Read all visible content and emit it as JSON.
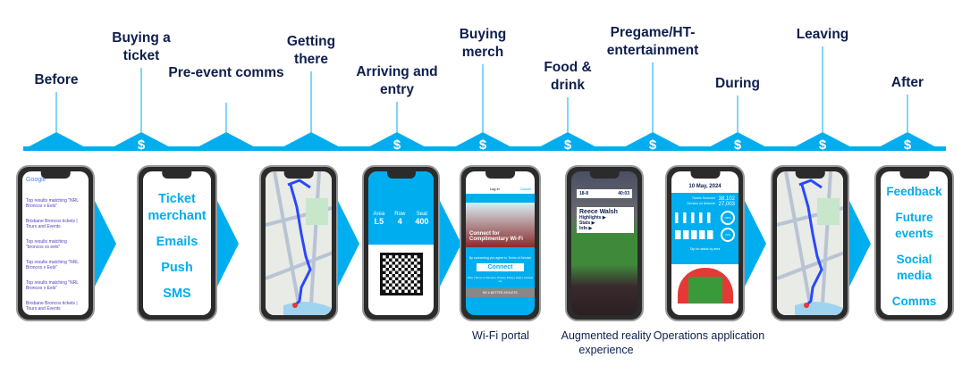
{
  "stages": [
    {
      "label": "Before",
      "revenue": false
    },
    {
      "label": "Buying a ticket",
      "revenue": true
    },
    {
      "label": "Pre-event comms",
      "revenue": false
    },
    {
      "label": "Getting there",
      "revenue": false
    },
    {
      "label": "Arriving and entry",
      "revenue": true
    },
    {
      "label": "Buying merch",
      "revenue": true
    },
    {
      "label": "Food & drink",
      "revenue": true
    },
    {
      "label": "Pregame/HT-entertainment",
      "revenue": true
    },
    {
      "label": "During",
      "revenue": true
    },
    {
      "label": "Leaving",
      "revenue": true
    },
    {
      "label": "After",
      "revenue": true
    }
  ],
  "dollar_symbol": "$",
  "search": {
    "logo": "Google",
    "results": [
      "Top results matching \"NRL Broncos v Eels\"",
      "Brisbane Broncos tickets | Tours and Events",
      "Top results matching \"broncos vs eels\"",
      "Top results matching \"NRL Broncos v Eels\"",
      "Top results matching \"NRL Broncos v Eels\"",
      "Brisbane Broncos tickets | Tours and Events"
    ]
  },
  "comms": [
    "Ticket merchant",
    "Emails",
    "Push",
    "SMS"
  ],
  "ticket": {
    "area_label": "Area",
    "row_label": "Row",
    "seat_label": "Seat",
    "area": "L5",
    "row": "4",
    "seat": "400"
  },
  "wifi": {
    "header": "Log in",
    "cancel": "Cancel",
    "title": "Connect for Complimentary Wi-Fi",
    "terms": "By connecting you agree to Terms of Service",
    "button": "Connect",
    "links": "FAQ | Terms of Service | Privacy Policy | Help | Contact Us",
    "ad": "BE A BETTER ATHLETE",
    "caption": "Wi-Fi portal"
  },
  "ar": {
    "score": "18-8",
    "clock": "40:03",
    "player": "Reece Walsh",
    "menu": [
      "Highlights ▶",
      "Stats ▶",
      "Info ▶"
    ],
    "caption": "Augmented reality experience"
  },
  "ops": {
    "date": "10 May, 2024",
    "tickets_label": "Tickets Scanned",
    "tickets": "38,102",
    "devices_label": "Devices on Network",
    "devices": "27,003",
    "gauge1": "100%",
    "gauge2": "70%",
    "tap": "Tap for status by area",
    "caption": "Operations application"
  },
  "after": [
    "Feedback",
    "Future events",
    "Social media",
    "Comms"
  ],
  "colors": {
    "accent": "#00aeef",
    "navy": "#0e1f4d"
  }
}
